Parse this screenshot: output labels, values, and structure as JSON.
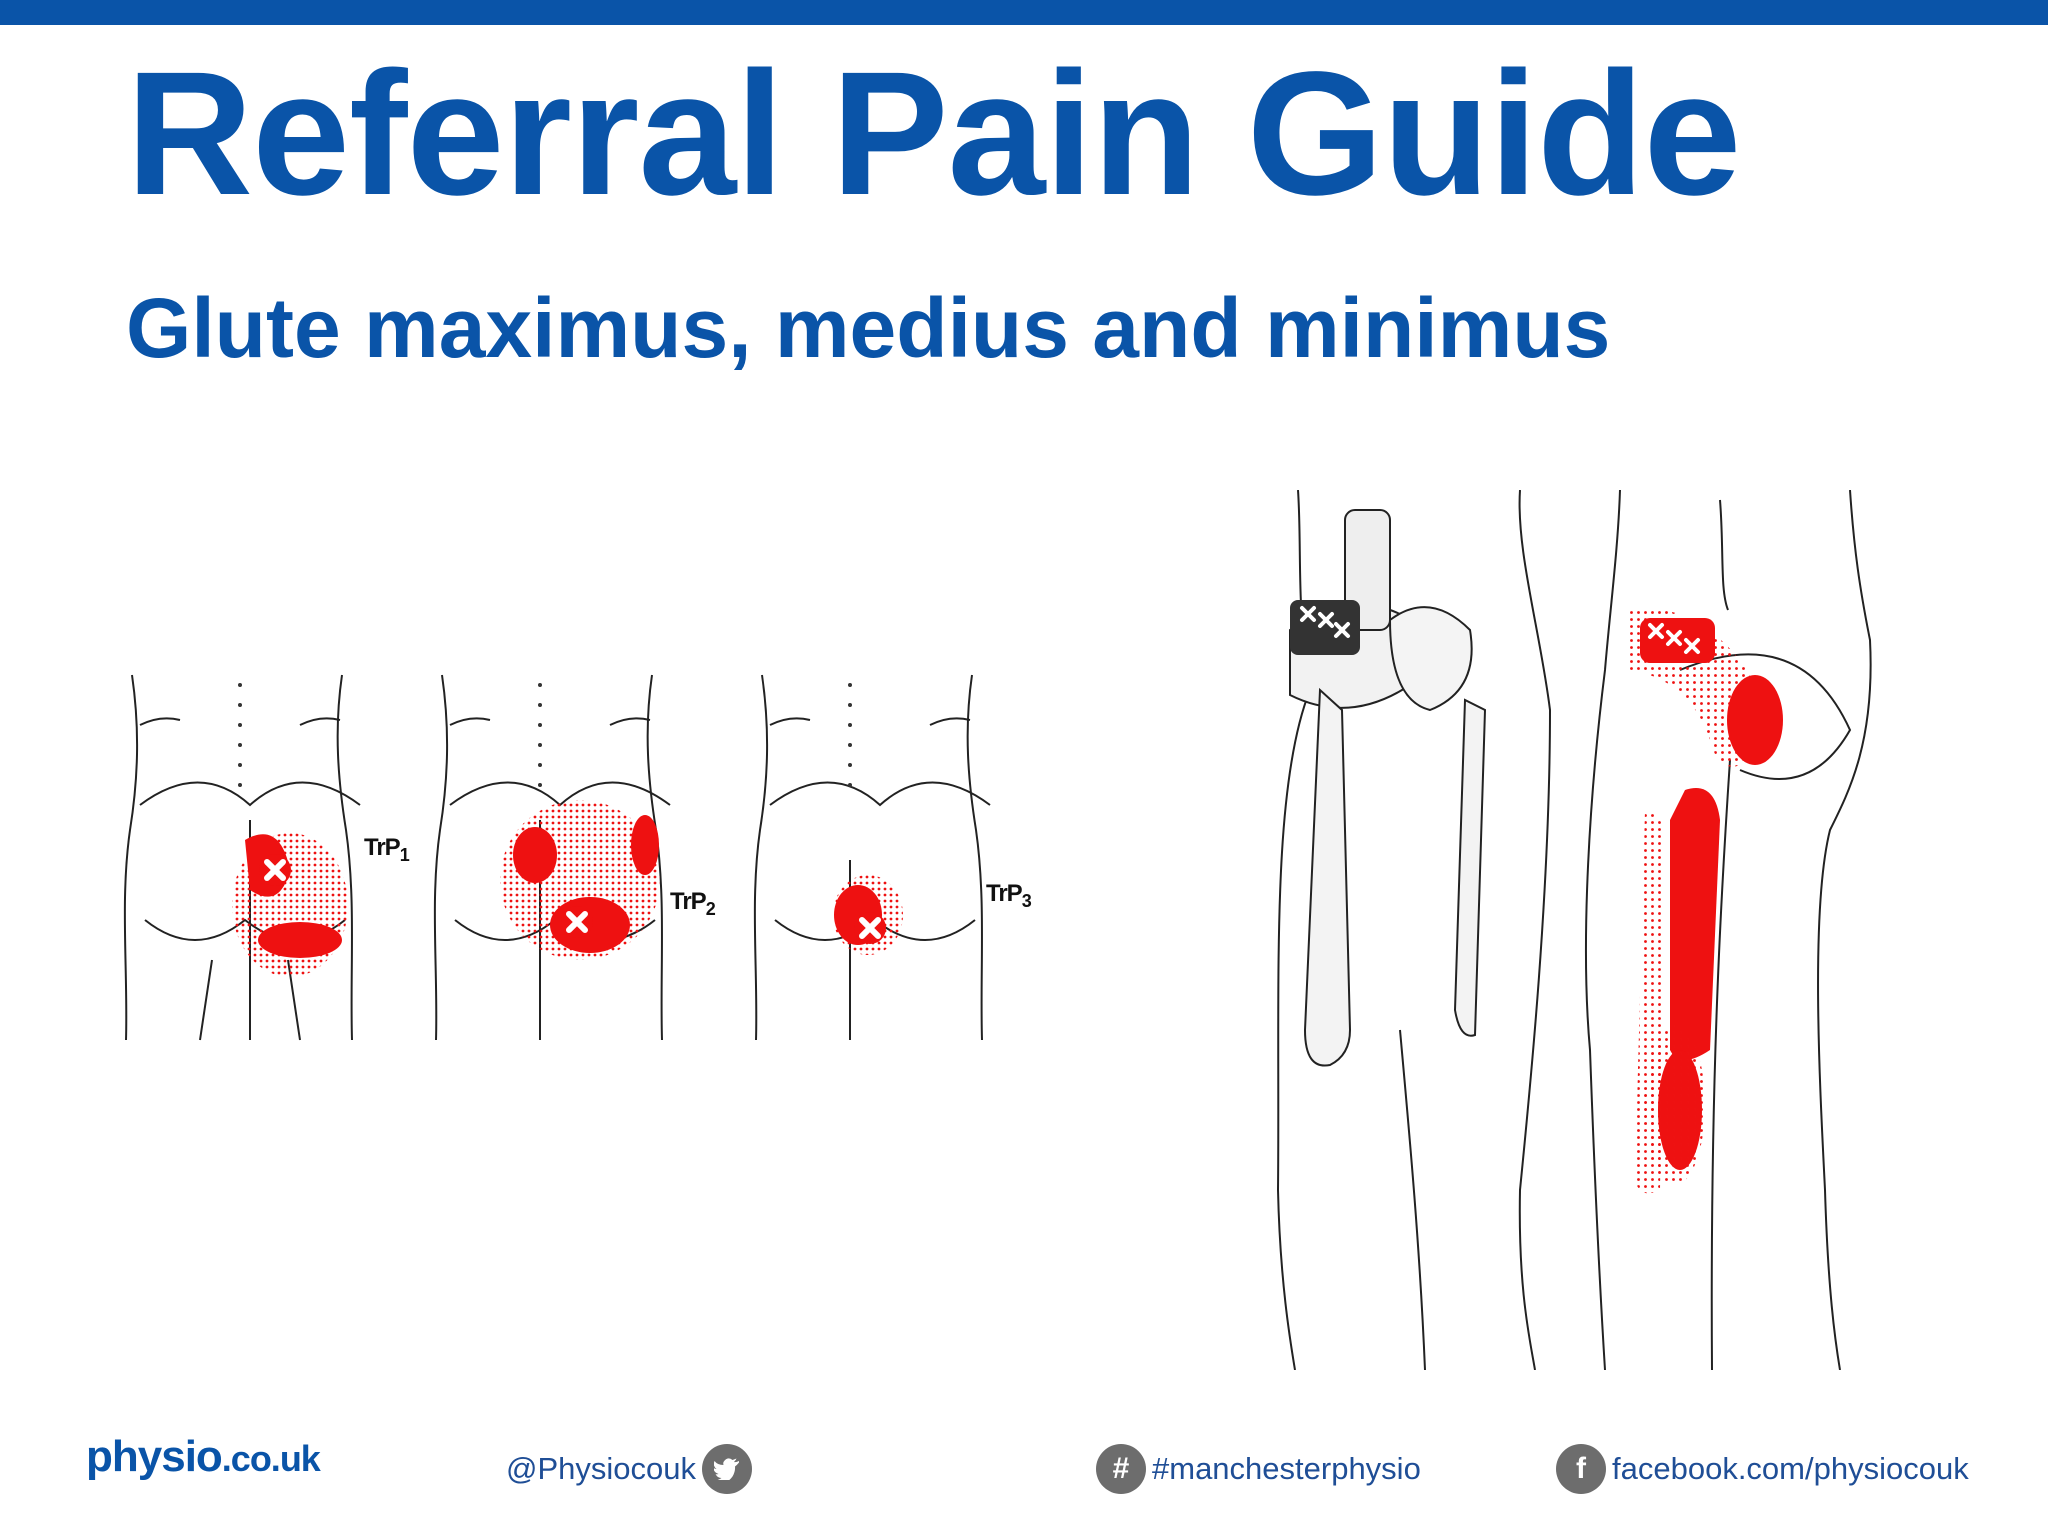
{
  "title": "Referral Pain Guide",
  "subtitle": "Glute maximus, medius and minimus",
  "diagrams": {
    "trp1_label": "TrP",
    "trp1_sub": "1",
    "trp2_label": "TrP",
    "trp2_sub": "2",
    "trp3_label": "TrP",
    "trp3_sub": "3"
  },
  "footer": {
    "logo_main": "physio",
    "logo_domain": ".co.uk",
    "twitter_handle": "@Physiocouk",
    "hashtag": "#manchesterphysio",
    "facebook": "facebook.com/physiocouk",
    "twitter_icon": "twitter-bird-icon",
    "hashtag_icon": "hashtag-icon",
    "facebook_icon": "facebook-f-icon"
  },
  "colors": {
    "brand_blue": "#0a54a8",
    "pain_red": "#ee1111",
    "icon_grey": "#6d6d6d"
  }
}
